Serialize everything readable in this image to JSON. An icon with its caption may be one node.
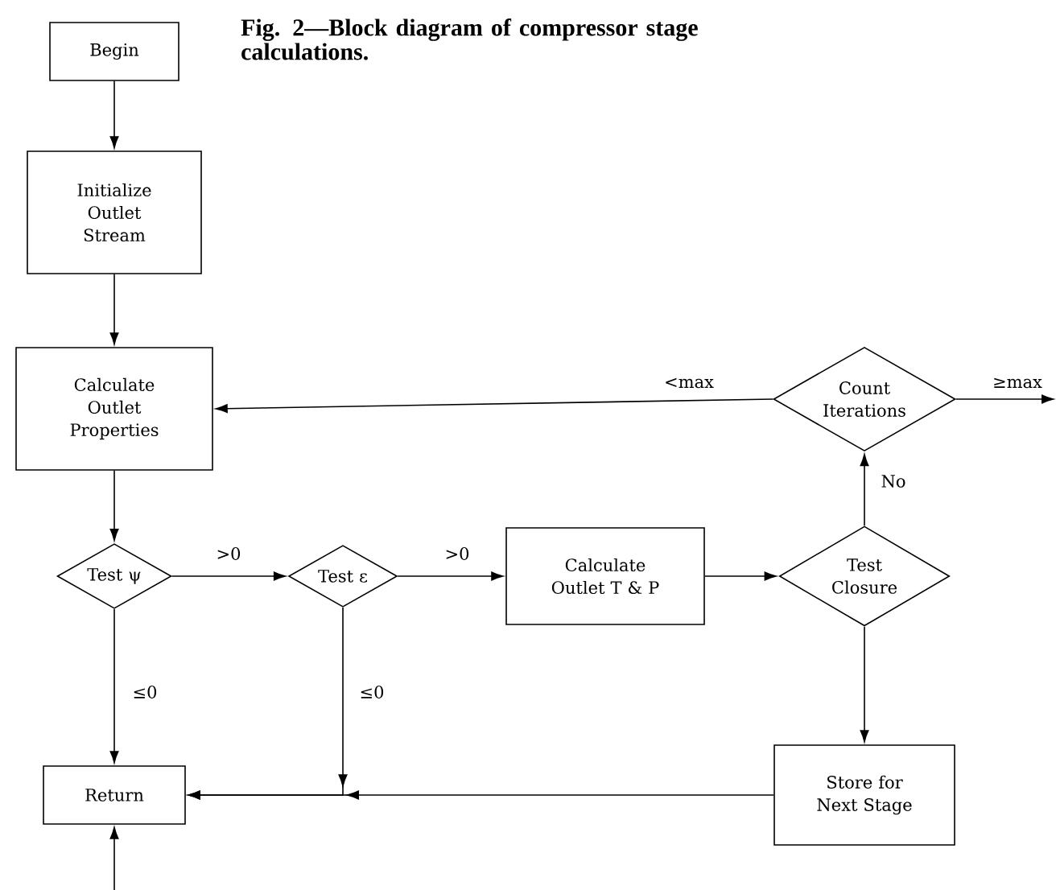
{
  "diagram": {
    "caption": "Fig. 2—Block diagram of compressor stage calculations.",
    "nodes": [
      {
        "text": [
          "Begin"
        ]
      },
      {
        "text": [
          "Initialize Outlet Stream"
        ]
      },
      {
        "text": [
          "Calculate Outlet Properties"
        ]
      },
      {
        "text": [
          "Test ψ"
        ]
      },
      {
        "text": [
          "Test ε"
        ]
      },
      {
        "text": [
          "Calculate Outlet T & P"
        ]
      },
      {
        "text": [
          "Test Closure"
        ]
      },
      {
        "text": [
          "Count Iterations"
        ]
      },
      {
        "text": [
          "Store for Next Stage"
        ]
      },
      {
        "text": [
          "Return"
        ]
      }
    ],
    "edges": [
      {
        "from": 0,
        "to": 1,
        "arrow": "to"
      },
      {
        "from": 1,
        "to": 2,
        "arrow": "to"
      },
      {
        "from": 2,
        "to": 3,
        "arrow": "to"
      },
      {
        "from": 3,
        "to": 4,
        "arrow": "to",
        "label": ">0"
      },
      {
        "from": 4,
        "to": 5,
        "arrow": "to",
        "label": ">0"
      },
      {
        "from": 5,
        "to": 6,
        "arrow": "to"
      },
      {
        "from": 6,
        "to": 7,
        "arrow": "to",
        "label": "No"
      },
      {
        "from": 7,
        "to": 2,
        "arrow": "to",
        "label": "<max"
      },
      {
        "from": 7,
        "to": null,
        "arrow": "to",
        "label": "≥max"
      },
      {
        "from": 6,
        "to": 8,
        "arrow": "to"
      },
      {
        "from": 3,
        "to": 9,
        "arrow": "to",
        "label": "≤0"
      },
      {
        "from": 4,
        "to": 9,
        "arrow": "to",
        "label": "≤0"
      },
      {
        "from": 8,
        "to": 9,
        "arrow": "to"
      },
      {
        "from": null,
        "to": 9,
        "arrow": "to"
      }
    ]
  }
}
